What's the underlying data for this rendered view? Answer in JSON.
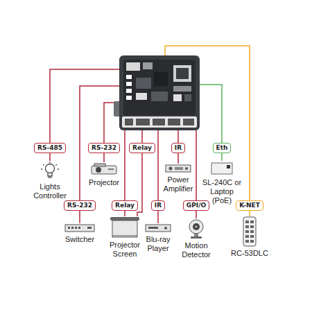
{
  "diagram": {
    "nodes": [
      {
        "text": [
          "RS-485"
        ]
      },
      {
        "text": [
          "RS-232"
        ]
      },
      {
        "text": [
          "Relay"
        ]
      },
      {
        "text": [
          "IR"
        ]
      },
      {
        "text": [
          "Eth"
        ]
      },
      {
        "text": [
          "Lights Controller"
        ]
      },
      {
        "text": [
          "Projector"
        ]
      },
      {
        "text": [
          "Power Amplifier"
        ]
      },
      {
        "text": [
          "SL-240C or Laptop (PoE)"
        ]
      },
      {
        "text": [
          "RS-232"
        ]
      },
      {
        "text": [
          "Relay"
        ]
      },
      {
        "text": [
          "IR"
        ]
      },
      {
        "text": [
          "GPI/O"
        ]
      },
      {
        "text": [
          "K-NET"
        ]
      },
      {
        "text": [
          "Switcher"
        ]
      },
      {
        "text": [
          "Projector Screen"
        ]
      },
      {
        "text": [
          "Blu-ray Player"
        ]
      },
      {
        "text": [
          "Motion Detector"
        ]
      },
      {
        "text": [
          "RC-53DLC"
        ]
      }
    ],
    "edges": [
      {
        "from": 0,
        "to": 5,
        "arrow": "none"
      },
      {
        "from": 1,
        "to": 6,
        "arrow": "none"
      },
      {
        "from": 2,
        "to": 15,
        "arrow": "none"
      },
      {
        "from": 3,
        "to": 7,
        "arrow": "none"
      },
      {
        "from": 4,
        "to": 8,
        "arrow": "none"
      },
      {
        "from": 9,
        "to": 14,
        "arrow": "none"
      },
      {
        "from": 10,
        "to": 15,
        "arrow": "none"
      },
      {
        "from": 11,
        "to": 16,
        "arrow": "none"
      },
      {
        "from": 12,
        "to": 17,
        "arrow": "none"
      },
      {
        "from": 13,
        "to": 18,
        "arrow": "none"
      }
    ]
  }
}
